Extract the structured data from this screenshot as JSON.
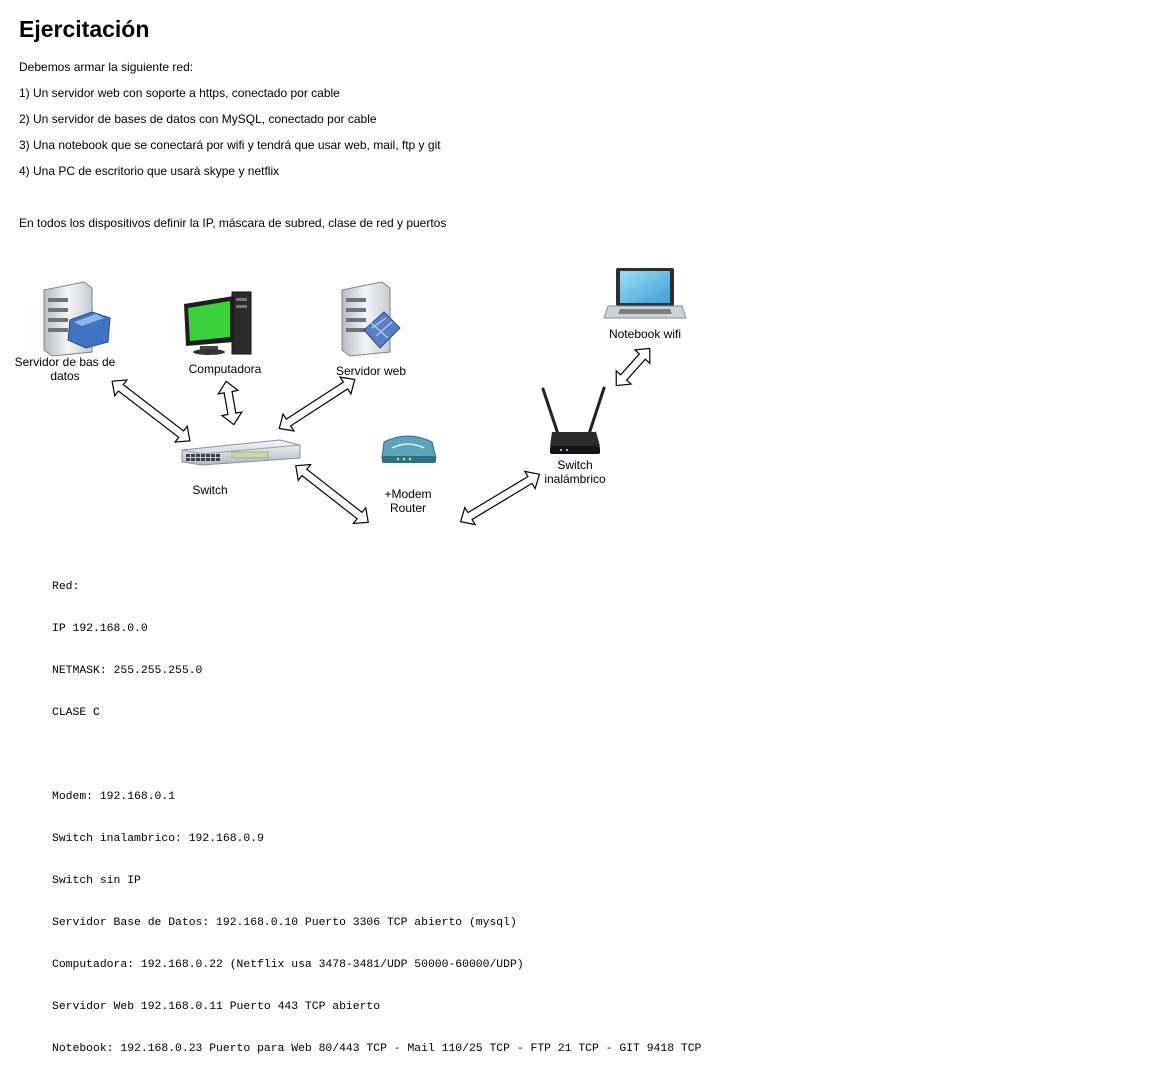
{
  "title": "Ejercitación",
  "paragraphs": [
    "Debemos armar la siguiente red:",
    "1) Un servidor web con soporte a https, conectado por cable",
    "2) Un servidor de bases de datos con MySQL, conectado por cable",
    "3) Una notebook que se conectará por wifi y tendrá que usar web, mail, ftp y git",
    "4) Una PC de escritorio que usará skype y netflix",
    "En todos los dispositivos definir la IP, máscara de subred, clase de red y puertos"
  ],
  "diagram": {
    "nodes": {
      "db_server": {
        "label_line1": "Servidor de bas de",
        "label_line2": "datos",
        "icon": "database-server-icon"
      },
      "computer": {
        "label": "Computadora",
        "icon": "desktop-computer-icon"
      },
      "web_server": {
        "label": "Servidor web",
        "icon": "web-server-icon"
      },
      "notebook": {
        "label": "Notebook wifi",
        "icon": "laptop-icon"
      },
      "switch": {
        "label": "Switch",
        "icon": "network-switch-icon"
      },
      "modem": {
        "label_line1": "+Modem",
        "label_line2": "Router",
        "icon": "modem-router-icon"
      },
      "wireless_switch": {
        "label_line1": "Switch",
        "label_line2": "inalámbrico",
        "icon": "wireless-router-icon"
      }
    },
    "connections": [
      [
        "db_server",
        "switch"
      ],
      [
        "computer",
        "switch"
      ],
      [
        "web_server",
        "switch"
      ],
      [
        "switch",
        "modem"
      ],
      [
        "modem",
        "wireless_switch"
      ],
      [
        "wireless_switch",
        "notebook"
      ]
    ]
  },
  "notes": [
    "Red:",
    "IP 192.168.0.0",
    "NETMASK: 255.255.255.0",
    "CLASE C",
    "",
    "Modem: 192.168.0.1",
    "Switch inalambrico: 192.168.0.9",
    "Switch sin IP",
    "Servidor Base de Datos: 192.168.0.10 Puerto 3306 TCP abierto (mysql)",
    "Computadora: 192.168.0.22 (Netflix usa 3478-3481/UDP 50000-60000/UDP)",
    "Servidor Web 192.168.0.11 Puerto 443 TCP abierto",
    "Notebook: 192.168.0.23 Puerto para Web 80/443 TCP - Mail 110/25 TCP - FTP 21 TCP - GIT 9418 TCP"
  ]
}
